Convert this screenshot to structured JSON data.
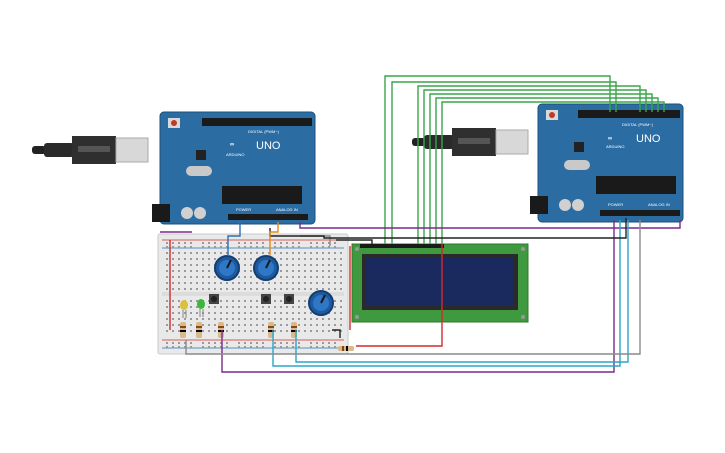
{
  "canvas": {
    "background": "#ffffff"
  },
  "boards": [
    {
      "id": "left",
      "model_label": "UNO",
      "brand_label": "ARDUINO",
      "digital_label": "DIGITAL (PWM~)",
      "power_label": "POWER",
      "analog_label": "ANALOG IN",
      "color": "#2b6ca3"
    },
    {
      "id": "right",
      "model_label": "UNO",
      "brand_label": "ARDUINO",
      "digital_label": "DIGITAL (PWM~)",
      "power_label": "POWER",
      "analog_label": "ANALOG IN",
      "color": "#2b6ca3"
    }
  ],
  "components": {
    "breadboard": {
      "color": "#e9e9e9"
    },
    "lcd": {
      "type": "16x2 LCD",
      "bezel_color": "#3f9a3f",
      "screen_color": "#1b2a5e"
    },
    "potentiometers": 3,
    "pushbuttons": 3,
    "leds": [
      {
        "color": "#d9c23a"
      },
      {
        "color": "#3cb53c"
      }
    ],
    "resistors": 6
  },
  "wire_colors": {
    "green": "#3aa64a",
    "purple": "#7a2a8c",
    "blue": "#2a6fb6",
    "cyan": "#2aa6c6",
    "gray": "#8a8a8a",
    "red": "#d42a2a",
    "black": "#222222",
    "orange": "#e08a1a"
  }
}
